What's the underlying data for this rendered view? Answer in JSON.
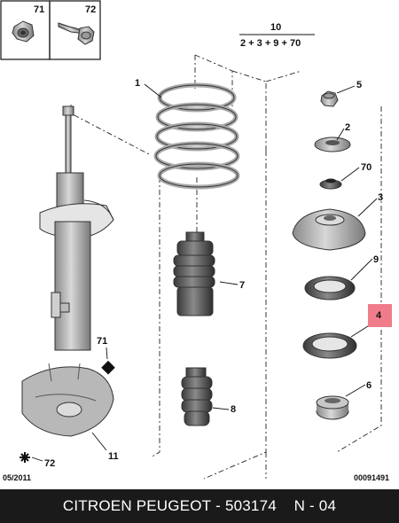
{
  "parts": {
    "p1": "1",
    "p2": "2",
    "p3": "3",
    "p4": "4",
    "p5": "5",
    "p6": "6",
    "p7": "7",
    "p8": "8",
    "p9": "9",
    "p10": "10",
    "p11": "11",
    "p70": "70",
    "p71": "71",
    "p71b": "71",
    "p72": "72"
  },
  "kit": {
    "number": "10",
    "formula": "2 + 3 + 9 + 70"
  },
  "date": "05/2011",
  "ref": "00091491",
  "footer": {
    "brand": "CITROEN PEUGEOT",
    "sep1": " - ",
    "part_number": "503174",
    "sep2": "    ",
    "position": "N - 04"
  },
  "colors": {
    "highlight": "#f07c8a",
    "footer_bg": "#1a1a1a",
    "part_gray": "#b8b8b8"
  }
}
